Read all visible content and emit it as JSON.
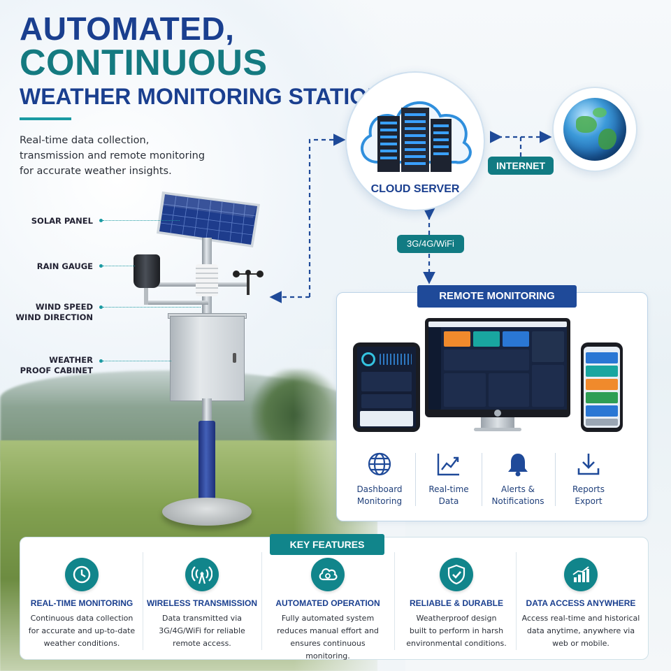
{
  "header": {
    "title_line1": "AUTOMATED,",
    "title_line2": "CONTINUOUS",
    "title_line3": "WEATHER MONITORING STATION",
    "subtitle": "Real-time data collection, transmission and remote monitoring for accurate weather insights."
  },
  "station_labels": {
    "solar_panel": "SOLAR PANEL",
    "rain_gauge": "RAIN GAUGE",
    "wind_line1": "WIND SPEED",
    "wind_line2": "WIND DIRECTION",
    "cabinet_line1": "WEATHER",
    "cabinet_line2": "PROOF CABINET"
  },
  "network": {
    "cloud_label": "CLOUD SERVER",
    "internet_label": "INTERNET",
    "connectivity_label": "3G/4G/WiFi"
  },
  "remote_monitoring": {
    "title": "REMOTE MONITORING",
    "features": [
      {
        "line1": "Dashboard",
        "line2": "Monitoring",
        "icon": "globe-icon"
      },
      {
        "line1": "Real-time",
        "line2": "Data",
        "icon": "line-chart-icon"
      },
      {
        "line1": "Alerts &",
        "line2": "Notifications",
        "icon": "bell-icon"
      },
      {
        "line1": "Reports",
        "line2": "Export",
        "icon": "download-icon"
      }
    ]
  },
  "key_features": {
    "title": "KEY FEATURES",
    "items": [
      {
        "heading": "REAL-TIME MONITORING",
        "l1": "Continuous data collection",
        "l2": "for accurate and up-to-date",
        "l3": "weather conditions.",
        "icon": "clock-icon"
      },
      {
        "heading": "WIRELESS TRANSMISSION",
        "l1": "Data transmitted via",
        "l2": "3G/4G/WiFi for reliable",
        "l3": "remote access.",
        "icon": "antenna-icon"
      },
      {
        "heading": "AUTOMATED OPERATION",
        "l1": "Fully automated system",
        "l2": "reduces manual effort and",
        "l3": "ensures continuous monitoring.",
        "icon": "cloud-icon"
      },
      {
        "heading": "RELIABLE & DURABLE",
        "l1": "Weatherproof design",
        "l2": "built to perform in harsh",
        "l3": "environmental conditions.",
        "icon": "shield-check-icon"
      },
      {
        "heading": "DATA ACCESS ANYWHERE",
        "l1": "Access real-time and historical",
        "l2": "data anytime, anywhere via",
        "l3": "web or mobile.",
        "icon": "bar-chart-icon"
      }
    ]
  },
  "colors": {
    "navy": "#1a3f8f",
    "teal": "#11858b",
    "panel_blue": "#1f4a99"
  }
}
